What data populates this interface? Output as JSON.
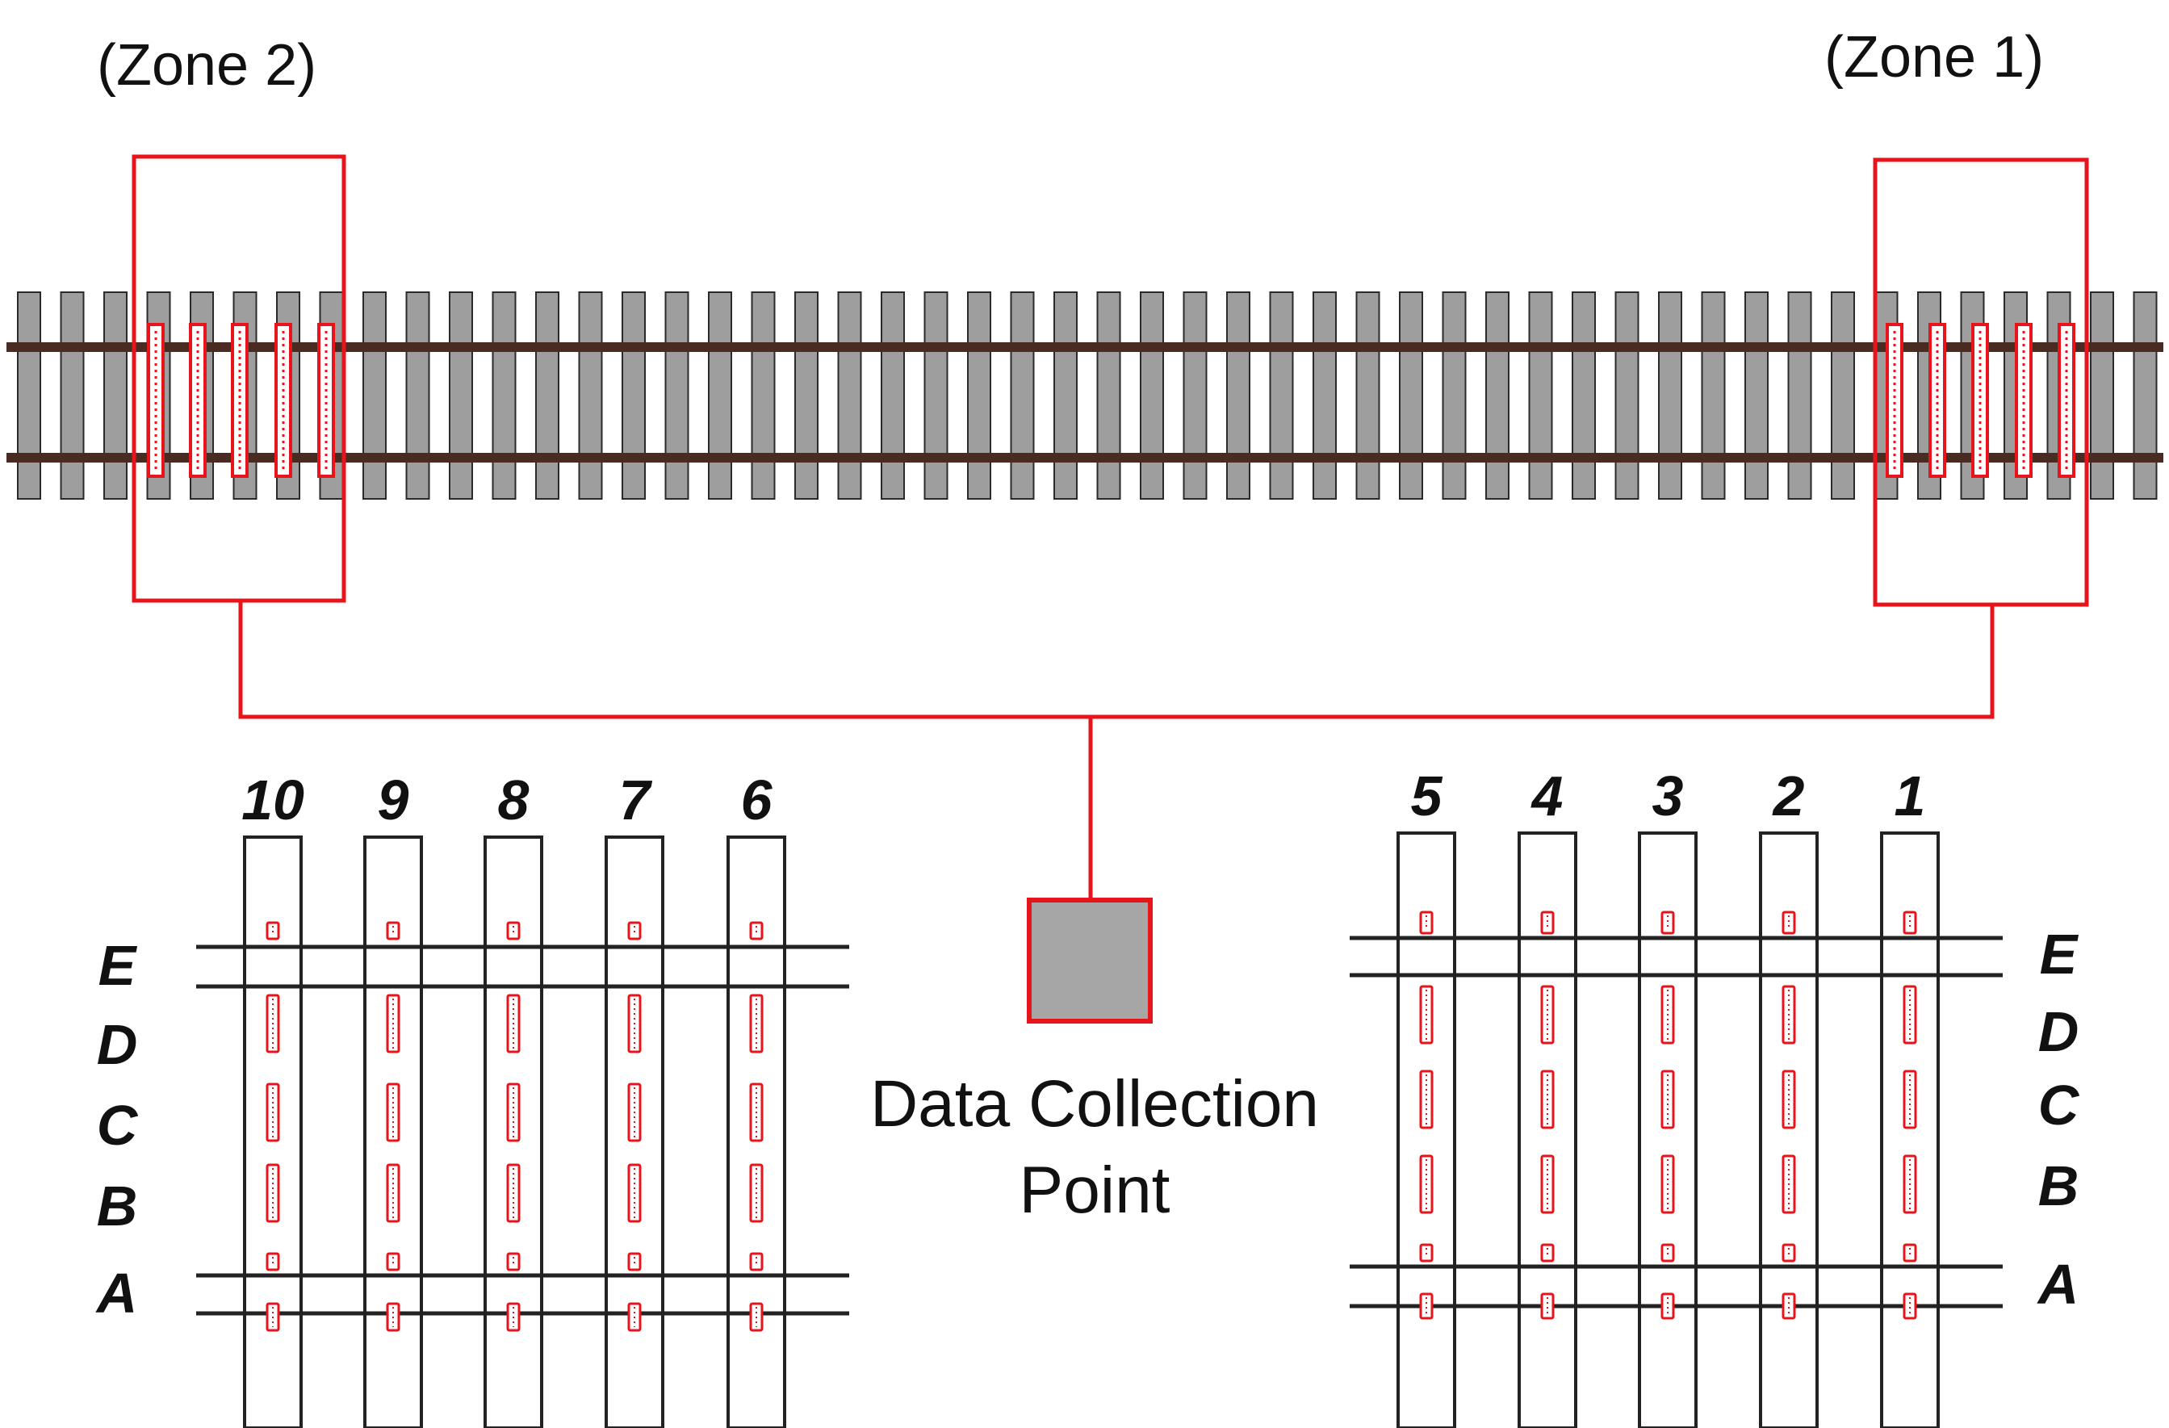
{
  "zones": [
    {
      "label": "(Zone 2)"
    },
    {
      "label": "(Zone 1)"
    }
  ],
  "collection_point": {
    "line1": "Data Collection",
    "line2": "Point"
  },
  "left_detail": {
    "sleepers": [
      "10",
      "9",
      "8",
      "7",
      "6"
    ]
  },
  "right_detail": {
    "sleepers": [
      "5",
      "4",
      "3",
      "2",
      "1"
    ]
  },
  "rows": [
    "E",
    "D",
    "C",
    "B",
    "A"
  ],
  "colors": {
    "sleeper": "#9e9e9e",
    "rail": "#4a2b22",
    "zone": "#e8141c",
    "sensor": "#e8141c",
    "box": "#a6a6a6"
  }
}
